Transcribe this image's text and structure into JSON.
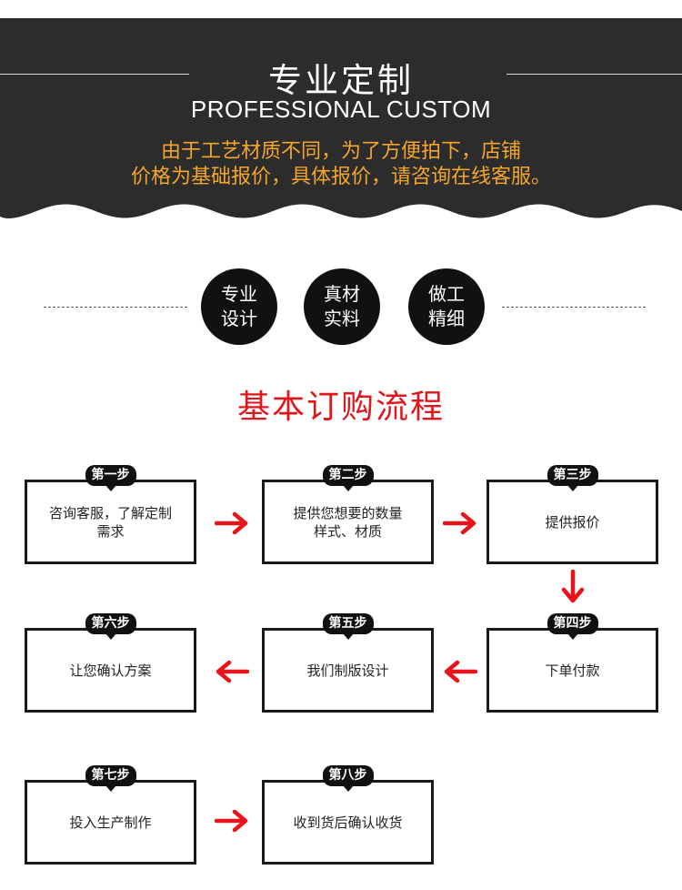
{
  "header": {
    "title": "专业定制",
    "subtitle": "PROFESSIONAL CUSTOM",
    "note_line1": "由于工艺材质不同，为了方便拍下，店铺",
    "note_line2": "价格为基础报价，具体报价，请咨询在线客服。",
    "bg_color": "#2c2c2c",
    "accent_color": "#f3a52c"
  },
  "features": [
    {
      "label": "专业\n设计"
    },
    {
      "label": "真材\n实料"
    },
    {
      "label": "做工\n精细"
    }
  ],
  "process": {
    "title": "基本订购流程",
    "title_color": "#e0161d",
    "arrow_color": "#e8141b",
    "steps": [
      {
        "badge": "第一步",
        "text": "咨询客服，了解定制\n需求"
      },
      {
        "badge": "第二步",
        "text": "提供您想要的数量\n样式、材质"
      },
      {
        "badge": "第三步",
        "text": "提供报价"
      },
      {
        "badge": "第四步",
        "text": "下单付款"
      },
      {
        "badge": "第五步",
        "text": "我们制版设计"
      },
      {
        "badge": "第六步",
        "text": "让您确认方案"
      },
      {
        "badge": "第七步",
        "text": "投入生产制作"
      },
      {
        "badge": "第八步",
        "text": "收到货后确认收货"
      }
    ]
  }
}
